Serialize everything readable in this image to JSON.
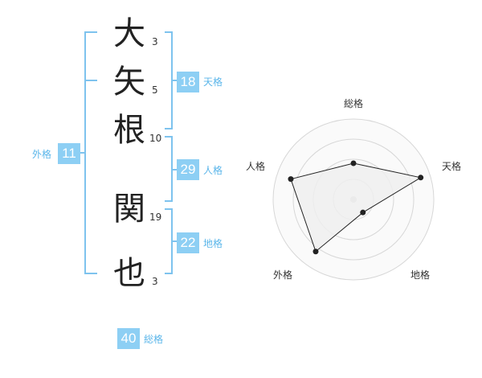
{
  "name_characters": [
    {
      "char": "大",
      "strokes": "3"
    },
    {
      "char": "矢",
      "strokes": "5"
    },
    {
      "char": "根",
      "strokes": "10"
    },
    {
      "char": "関",
      "strokes": "19"
    },
    {
      "char": "也",
      "strokes": "3"
    }
  ],
  "kaku": {
    "tenkaku": {
      "value": "18",
      "label": "天格"
    },
    "jinkaku": {
      "value": "29",
      "label": "人格"
    },
    "chikaku": {
      "value": "22",
      "label": "地格"
    },
    "gaikaku": {
      "value": "11",
      "label": "外格"
    },
    "soukaku": {
      "value": "40",
      "label": "総格"
    }
  },
  "chart_data": {
    "type": "radar",
    "axes": [
      "総格",
      "天格",
      "地格",
      "外格",
      "人格"
    ],
    "values": [
      0.45,
      0.88,
      0.2,
      0.8,
      0.82
    ],
    "scale_max": 1,
    "rings": 4,
    "colors": {
      "fill": "#efefef",
      "stroke": "#222222",
      "grid": "#d7d7d7",
      "center": "#cccccc"
    }
  },
  "colors": {
    "accent": "#8dcff4",
    "bracket": "#7ec3ee",
    "label": "#5bb6ea"
  }
}
